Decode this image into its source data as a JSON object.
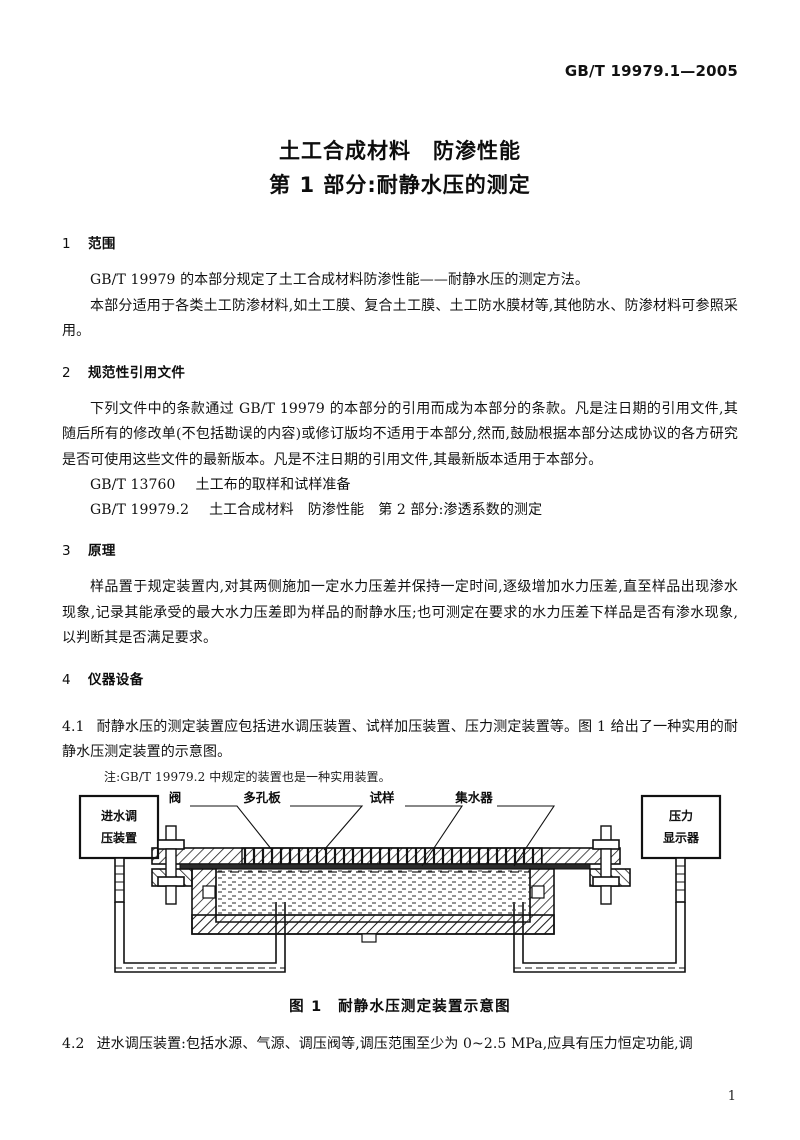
{
  "header": {
    "standard_code": "GB/T 19979.1—2005"
  },
  "title": {
    "line1": "土工合成材料　防渗性能",
    "line2": "第 1 部分:耐静水压的测定"
  },
  "sections": {
    "s1": {
      "number": "1",
      "heading": "范围",
      "p1": "GB/T 19979 的本部分规定了土工合成材料防渗性能——耐静水压的测定方法。",
      "p2": "本部分适用于各类土工防渗材料,如土工膜、复合土工膜、土工防水膜材等,其他防水、防渗材料可参照采用。"
    },
    "s2": {
      "number": "2",
      "heading": "规范性引用文件",
      "p1": "下列文件中的条款通过 GB/T 19979 的本部分的引用而成为本部分的条款。凡是注日期的引用文件,其随后所有的修改单(不包括勘误的内容)或修订版均不适用于本部分,然而,鼓励根据本部分达成协议的各方研究是否可使用这些文件的最新版本。凡是不注日期的引用文件,其最新版本适用于本部分。",
      "refs": [
        {
          "code": "GB/T 13760",
          "title": "土工布的取样和试样准备"
        },
        {
          "code": "GB/T 19979.2",
          "title": "土工合成材料　防渗性能　第 2 部分:渗透系数的测定"
        }
      ]
    },
    "s3": {
      "number": "3",
      "heading": "原理",
      "p1": "样品置于规定装置内,对其两侧施加一定水力压差并保持一定时间,逐级增加水力压差,直至样品出现渗水现象,记录其能承受的最大水力压差即为样品的耐静水压;也可测定在要求的水力压差下样品是否有渗水现象,以判断其是否满足要求。"
    },
    "s4": {
      "number": "4",
      "heading": "仪器设备",
      "clause_4_1": {
        "number": "4.1",
        "text": "耐静水压的测定装置应包括进水调压装置、试样加压装置、压力测定装置等。图 1 给出了一种实用的耐静水压测定装置的示意图。"
      },
      "note_4_1": "注:GB/T 19979.2 中规定的装置也是一种实用装置。",
      "clause_4_2": {
        "number": "4.2",
        "text": "进水调压装置:包括水源、气源、调压阀等,调压范围至少为 0~2.5 MPa,应具有压力恒定功能,调"
      }
    }
  },
  "figure": {
    "caption": "图 1　耐静水压测定装置示意图",
    "labels": {
      "valve": "阀",
      "perforated_plate": "多孔板",
      "specimen": "试样",
      "water_collector": "集水器"
    },
    "left_box": {
      "line1": "进水调",
      "line2": "压装置"
    },
    "right_box": {
      "line1": "压力",
      "line2": "显示器"
    }
  },
  "footer": {
    "page_number": "1"
  },
  "colors": {
    "ink": "#111111",
    "paper": "#ffffff",
    "hatch": "#1a1a1a"
  }
}
